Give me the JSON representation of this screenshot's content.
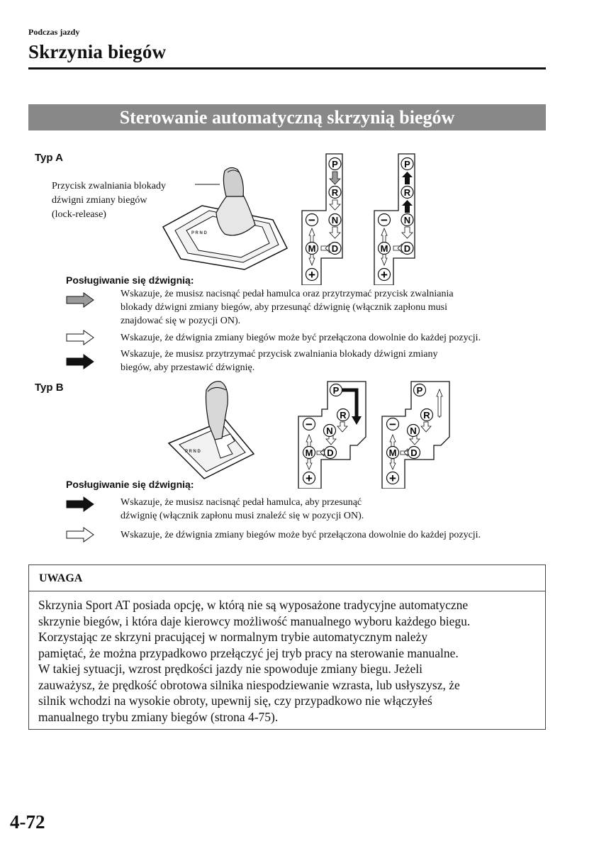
{
  "header": {
    "breadcrumb": "Podczas jazdy",
    "chapter_title": "Skrzynia biegów"
  },
  "section_title": "Sterowanie automatyczną skrzynią biegów",
  "type_a": {
    "label": "Typ A",
    "callout_lines": [
      "Przycisk zwalniania blokady",
      "dźwigni zmiany biegów",
      "(lock-release)"
    ],
    "legend_title": "Posługiwanie się dźwignią:",
    "legend": [
      {
        "arrow": "gray-arrow",
        "lines": [
          "Wskazuje, że musisz nacisnąć pedał hamulca oraz przytrzymać przycisk zwalniania",
          "blokady dźwigni zmiany biegów, aby przesunąć dźwignię (włącznik zapłonu musi",
          "znajdować się w pozycji ON)."
        ]
      },
      {
        "arrow": "white-arrow",
        "lines": [
          "Wskazuje, że dźwignia zmiany biegów może być przełączona dowolnie do każdej pozycji."
        ]
      },
      {
        "arrow": "black-arrow",
        "lines": [
          "Wskazuje, że musisz przytrzymać przycisk zwalniania blokady dźwigni zmiany",
          "biegów, aby przestawić dźwignię."
        ]
      }
    ]
  },
  "type_b": {
    "label": "Typ B",
    "legend_title": "Posługiwanie się dźwignią:",
    "legend": [
      {
        "arrow": "black-arrow",
        "lines": [
          "Wskazuje, że musisz nacisnąć pedał hamulca, aby przesunąć",
          "dźwignię (włącznik zapłonu musi znaleźć się w pozycji ON)."
        ]
      },
      {
        "arrow": "white-arrow",
        "lines": [
          "Wskazuje, że dźwignia zmiany biegów może być przełączona dowolnie do każdej pozycji."
        ]
      }
    ]
  },
  "gear_labels": {
    "p": "P",
    "r": "R",
    "n": "N",
    "d": "D",
    "m": "M",
    "minus": "−",
    "plus": "+"
  },
  "note": {
    "heading": "UWAGA",
    "lines": [
      "Skrzynia Sport AT posiada opcję, w którą nie są wyposażone tradycyjne automatyczne",
      "skrzynie biegów, i która daje kierowcy możliwość manualnego wyboru każdego biegu.",
      "Korzystając ze skrzyni pracującej w normalnym trybie automatycznym należy",
      "pamiętać, że można przypadkowo przełączyć jej tryb pracy na sterowanie manualne.",
      "W takiej sytuacji, wzrost prędkości jazdy nie spowoduje zmiany biegu. Jeżeli",
      "zauważysz, że prędkość obrotowa silnika niespodziewanie wzrasta, lub usłyszysz, że",
      "silnik wchodzi na wysokie obroty, upewnij się, czy przypadkowo nie włączyłeś",
      "manualnego trybu zmiany biegów (strona 4-75)."
    ]
  },
  "page_number": "4-72",
  "colors": {
    "banner": "#888888",
    "gray_arrow": "#9a9a9a",
    "black": "#111111"
  }
}
